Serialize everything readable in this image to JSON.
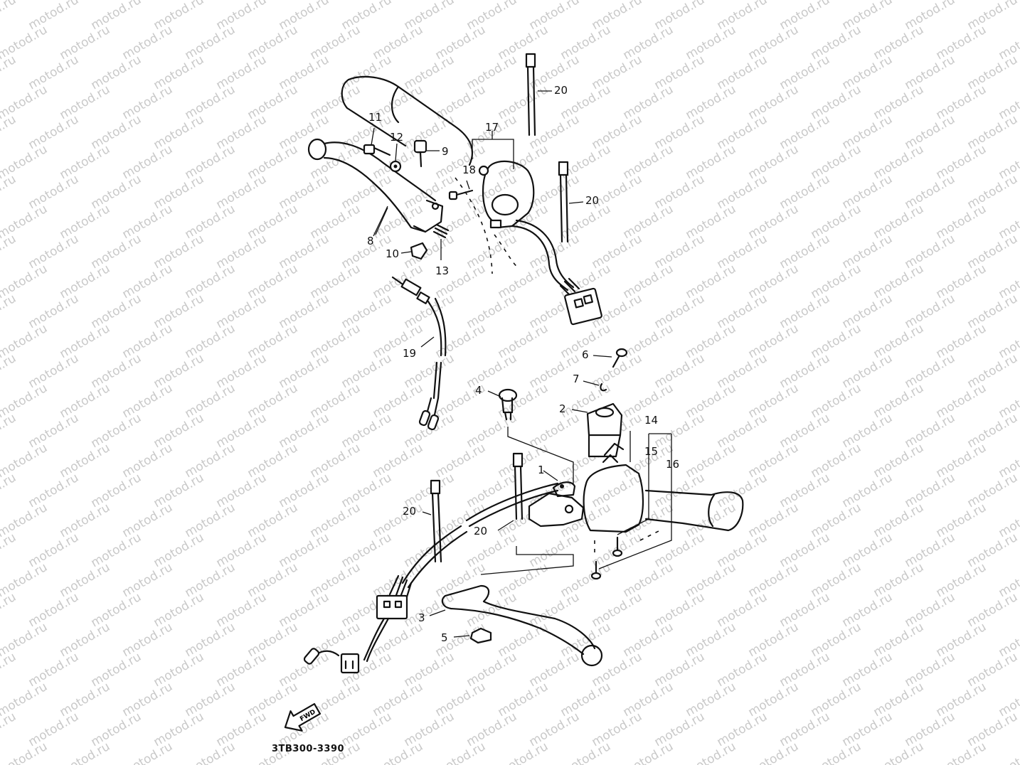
{
  "diagram": {
    "watermark_text": "motod.ru",
    "part_code": "3TB300-3390",
    "forward_arrow_label": "FWD",
    "callouts": [
      {
        "id": "c11",
        "text": "11"
      },
      {
        "id": "c12",
        "text": "12"
      },
      {
        "id": "c9",
        "text": "9"
      },
      {
        "id": "c17",
        "text": "17"
      },
      {
        "id": "c18",
        "text": "18"
      },
      {
        "id": "c20a",
        "text": "20"
      },
      {
        "id": "c20b",
        "text": "20"
      },
      {
        "id": "c8",
        "text": "8"
      },
      {
        "id": "c10",
        "text": "10"
      },
      {
        "id": "c13",
        "text": "13"
      },
      {
        "id": "c19",
        "text": "19"
      },
      {
        "id": "c6",
        "text": "6"
      },
      {
        "id": "c7",
        "text": "7"
      },
      {
        "id": "c4",
        "text": "4"
      },
      {
        "id": "c2",
        "text": "2"
      },
      {
        "id": "c14",
        "text": "14"
      },
      {
        "id": "c15",
        "text": "15"
      },
      {
        "id": "c16",
        "text": "16"
      },
      {
        "id": "c1",
        "text": "1"
      },
      {
        "id": "c20c",
        "text": "20"
      },
      {
        "id": "c20d",
        "text": "20"
      },
      {
        "id": "c3",
        "text": "3"
      },
      {
        "id": "c5",
        "text": "5"
      }
    ]
  }
}
